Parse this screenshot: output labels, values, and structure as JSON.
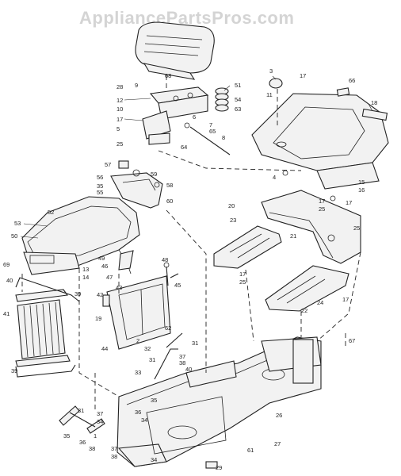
{
  "watermark": "AppliancePartsPros.com",
  "callouts": {
    "c1": "1",
    "c2": "2",
    "c3": "3",
    "c4": "4",
    "c5": "5",
    "c6": "6",
    "c7": "7",
    "c8": "8",
    "c9": "9",
    "c10": "10",
    "c11": "11",
    "c12": "12",
    "c13": "13",
    "c14": "14",
    "c15": "15",
    "c16": "16",
    "c17": "17",
    "c18": "18",
    "c19": "19",
    "c20": "20",
    "c21": "21",
    "c22": "22",
    "c23": "23",
    "c24": "24",
    "c25": "25",
    "c26": "26",
    "c27": "27",
    "c28": "28",
    "c29": "29",
    "c31": "31",
    "c32": "32",
    "c33": "33",
    "c34": "34",
    "c35": "35",
    "c36": "36",
    "c37": "37",
    "c38": "38",
    "c39": "39",
    "c40": "40",
    "c41": "41",
    "c42": "42",
    "c43": "43",
    "c44": "44",
    "c45": "45",
    "c46": "46",
    "c47": "47",
    "c48": "48",
    "c49": "49",
    "c50": "50",
    "c51": "51",
    "c52": "52",
    "c53": "53",
    "c54": "54",
    "c55": "55",
    "c56": "56",
    "c57": "57",
    "c58": "58",
    "c59": "59",
    "c60": "60",
    "c61": "61",
    "c62": "62",
    "c63": "63",
    "c64": "64",
    "c65": "65",
    "c66": "66",
    "c67": "67",
    "c68": "68",
    "c69": "69"
  }
}
